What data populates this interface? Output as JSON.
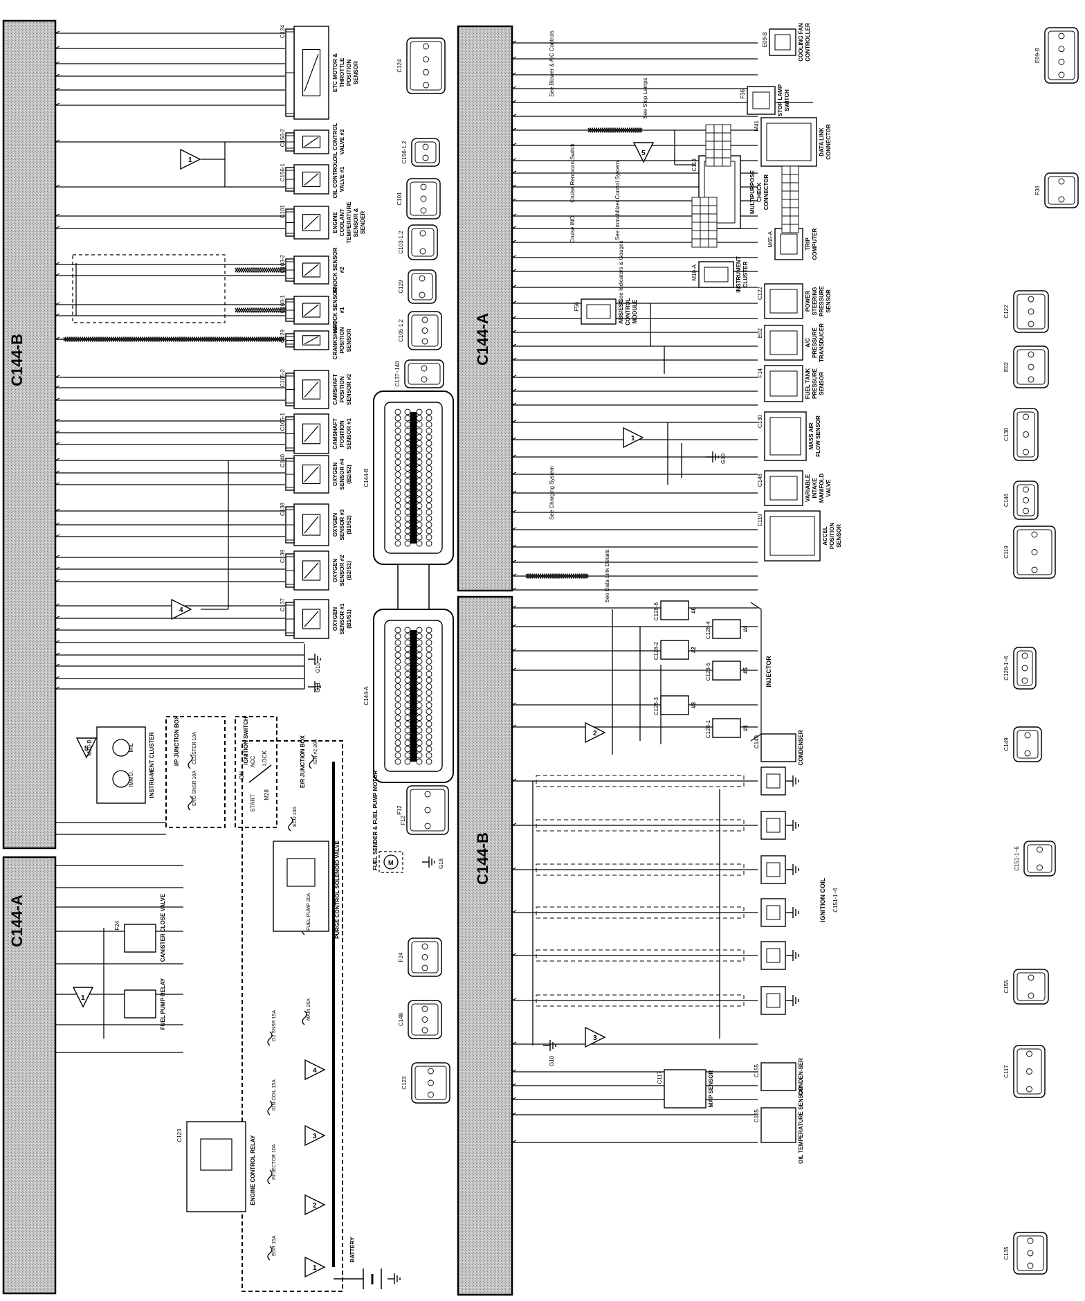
{
  "ecu_blocks": [
    {
      "id": "c144-b-top",
      "label": "C144-B"
    },
    {
      "id": "c144-a-right",
      "label": "C144-A"
    },
    {
      "id": "c144-a-left",
      "label": "C144-A"
    },
    {
      "id": "c144-b-bottom",
      "label": "C144-B"
    }
  ],
  "top_components": [
    {
      "key": "etc",
      "conn": "C124",
      "name": "ETC MOTOR & THROTTLE POSITION SENSOR"
    },
    {
      "key": "ocv2",
      "conn": "C156-2",
      "name": "OIL CONTROL VALVE #2"
    },
    {
      "key": "ocv1",
      "conn": "C156-1",
      "name": "OIL CONTROL VALVE #1"
    },
    {
      "key": "ect",
      "conn": "C101",
      "name": "ENGINE COOLANT TEMPERATURE SENSOR & SENDER"
    },
    {
      "key": "knock2",
      "conn": "C103-2",
      "name": "KNOCK SENSOR #2"
    },
    {
      "key": "knock1",
      "conn": "C103-1",
      "name": "KNOCK SENSOR #1"
    },
    {
      "key": "ckp",
      "conn": "C129",
      "name": "CRANKSHAFT POSITION SENSOR"
    },
    {
      "key": "cmp2",
      "conn": "C105-2",
      "name": "CAMSHAFT POSITION SENSOR #2"
    },
    {
      "key": "cmp1",
      "conn": "C105-1",
      "name": "CAMSHAFT POSITION SENSOR #1"
    },
    {
      "key": "o2s4",
      "conn": "C140",
      "name": "OXYGEN SENSOR #4 (B2/S2)"
    },
    {
      "key": "o2s3",
      "conn": "C138",
      "name": "OXYGEN SENSOR #3 (B1/S2)"
    },
    {
      "key": "o2s2",
      "conn": "C139",
      "name": "OXYGEN SENSOR #2 (B2/S1)"
    },
    {
      "key": "o2s1",
      "conn": "C137",
      "name": "OXYGEN SENSOR #1 (B1/S1)"
    }
  ],
  "right_components": [
    {
      "key": "fan",
      "conn": "E09-B",
      "name": "COOLING FAN CONTROLLER"
    },
    {
      "key": "stop",
      "conn": "F36",
      "name": "STOP LAMP SWITCH"
    },
    {
      "key": "dlc",
      "conn": "M41",
      "name": "DATA LINK CONNECTOR"
    },
    {
      "key": "mcc",
      "conn": "C113",
      "name": "MULTIPURPOSE CHECK CONNECTOR"
    },
    {
      "key": "trip",
      "conn": "M65-A",
      "name": "TRIP COMPUTER"
    },
    {
      "key": "ic",
      "conn": "M10-A",
      "name": "INSTRUMENT CLUSTER"
    },
    {
      "key": "abs",
      "conn": "F56",
      "name": "ABS/ESC CONTROL MODULE"
    },
    {
      "key": "psp",
      "conn": "C122",
      "name": "POWER STEERING PRESSURE SENSOR"
    },
    {
      "key": "ac",
      "conn": "E02",
      "name": "A/C PRESSURE TRANSDUCER"
    },
    {
      "key": "ftp",
      "conn": "F14",
      "name": "FUEL TANK PRESSURE SENSOR"
    },
    {
      "key": "maf",
      "conn": "C130",
      "name": "MASS AIR FLOW SENSOR"
    },
    {
      "key": "vim",
      "conn": "C146",
      "name": "VARIABLE INTAKE MANIFOLD VALVE"
    },
    {
      "key": "app",
      "conn": "C119",
      "name": "ACCEL POSITION SENSOR"
    }
  ],
  "bottom_components": [
    {
      "key": "inj6",
      "conn": "C128-6",
      "name": "#6"
    },
    {
      "key": "inj4",
      "conn": "C128-4",
      "name": "#4"
    },
    {
      "key": "inj2",
      "conn": "C128-2",
      "name": "#2"
    },
    {
      "key": "inj5",
      "conn": "C128-5",
      "name": "#5"
    },
    {
      "key": "inj3",
      "conn": "C128-3",
      "name": "#3"
    },
    {
      "key": "inj1",
      "conn": "C128-1",
      "name": "#1"
    },
    {
      "key": "injector",
      "conn": "",
      "name": "INJECTOR"
    },
    {
      "key": "cond",
      "conn": "C149",
      "name": "CONDENSER"
    },
    {
      "key": "coil",
      "conn": "C151-1~6",
      "name": "IGNITION COIL"
    },
    {
      "key": "map",
      "conn": "C117",
      "name": "MAP SENSOR"
    },
    {
      "key": "cond2",
      "conn": "C155",
      "name": "CONDEN-SER"
    },
    {
      "key": "oil",
      "conn": "C135",
      "name": "OIL TEMPERATURE SENSOR"
    }
  ],
  "left_components": [
    {
      "key": "ic_left",
      "conn": "M10-B",
      "name": "INSTRU-MENT CLUSTER"
    },
    {
      "key": "ip_box",
      "conn": "",
      "name": "I/P JUNCTION BOX"
    },
    {
      "key": "ign_sw",
      "conn": "M28",
      "name": "IGNITION SWITCH"
    },
    {
      "key": "er_box",
      "conn": "",
      "name": "E/R JUNCTION BOX"
    },
    {
      "key": "fuel_sender",
      "conn": "F12",
      "name": "FUEL SENDER & FUEL PUMP MOTOR"
    },
    {
      "key": "canister",
      "conn": "F24",
      "name": "CANISTER CLOSE VALVE"
    },
    {
      "key": "purge",
      "conn": "C148",
      "name": "PURGE CONTROL SOLENOID VALVE"
    },
    {
      "key": "fp_relay",
      "conn": "",
      "name": "FUEL PUMP RELAY"
    },
    {
      "key": "ecr",
      "conn": "C123",
      "name": "ENGINE CONTROL RELAY"
    },
    {
      "key": "battery",
      "conn": "",
      "name": "BATTERY"
    }
  ],
  "fuses": [
    {
      "key": "cluster",
      "label": "CLUSTER 10A"
    },
    {
      "key": "eng_snsr",
      "label": "ENG SNSR 10A"
    },
    {
      "key": "ign2",
      "label": "IGN #2 30A"
    },
    {
      "key": "ecu",
      "label": "ECU 10A"
    },
    {
      "key": "fuel_pump",
      "label": "FUEL PUMP 20A"
    },
    {
      "key": "main",
      "label": "MAIN 20A"
    },
    {
      "key": "o2_snsr",
      "label": "O2 SNSR 15A"
    },
    {
      "key": "ign_coil",
      "label": "IGN COIL 15A"
    },
    {
      "key": "injector",
      "label": "IN-JECTOR 10A"
    },
    {
      "key": "egr",
      "label": "EGR 15A"
    }
  ],
  "ignition_switch_positions": [
    "ON",
    "ACC",
    "LOCK",
    "START"
  ],
  "cluster_lamps": [
    "MIL",
    "IMMO."
  ],
  "notes": [
    {
      "key": "blower",
      "text": "See Blower & A/C Controls"
    },
    {
      "key": "stoplamps",
      "text": "See Stop Lamps"
    },
    {
      "key": "cruise",
      "text": "Cruise Remocon Switch"
    },
    {
      "key": "immob",
      "text": "See Immobilizer Control System"
    },
    {
      "key": "cruise_ind",
      "text": "Cruise IND."
    },
    {
      "key": "indicators",
      "text": "See Indicators & Gauges"
    },
    {
      "key": "indicators2",
      "text": "See Indicators & Gauges"
    },
    {
      "key": "charging",
      "text": "See Charging System"
    },
    {
      "key": "datalink",
      "text": "See Data Link Details"
    }
  ],
  "grounds": [
    "G10",
    "G11",
    "G10",
    "G18"
  ],
  "references": [
    "1",
    "2",
    "3",
    "4",
    "5"
  ],
  "connector_views": [
    {
      "key": "e09b",
      "label": "E09-B"
    },
    {
      "key": "f36",
      "label": "F36"
    },
    {
      "key": "c122",
      "label": "C122"
    },
    {
      "key": "e02",
      "label": "E02"
    },
    {
      "key": "c130",
      "label": "C130"
    },
    {
      "key": "c146",
      "label": "C146"
    },
    {
      "key": "c119",
      "label": "C119"
    },
    {
      "key": "c124",
      "label": "C124"
    },
    {
      "key": "c156",
      "label": "C156-1,2"
    },
    {
      "key": "c101",
      "label": "C101"
    },
    {
      "key": "c103",
      "label": "C103-1,2"
    },
    {
      "key": "c129",
      "label": "C129"
    },
    {
      "key": "c105",
      "label": "C105-1,2"
    },
    {
      "key": "c137",
      "label": "C137~140"
    },
    {
      "key": "c128",
      "label": "C128-1~6"
    },
    {
      "key": "c149",
      "label": "C149"
    },
    {
      "key": "c151",
      "label": "C151-1~6"
    },
    {
      "key": "c155",
      "label": "C155"
    },
    {
      "key": "c117",
      "label": "C117"
    },
    {
      "key": "c135",
      "label": "C135"
    },
    {
      "key": "f12",
      "label": "F12"
    },
    {
      "key": "f24",
      "label": "F24"
    },
    {
      "key": "c148",
      "label": "C148"
    },
    {
      "key": "c123",
      "label": "C123"
    }
  ],
  "ecu_connector_labels": [
    "C144-B",
    "C144-A"
  ]
}
